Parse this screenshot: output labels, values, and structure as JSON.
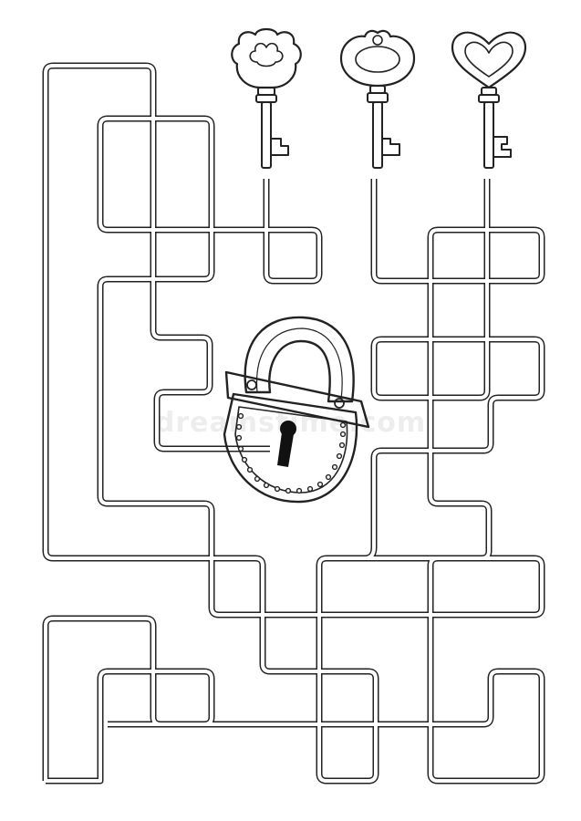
{
  "puzzle": {
    "kind": "key maze",
    "keys": [
      {
        "shape": "trefoil-key-icon",
        "position": "left"
      },
      {
        "shape": "oval-key-icon",
        "position": "middle"
      },
      {
        "shape": "heart-key-icon",
        "position": "right"
      }
    ],
    "goal": "padlock-icon"
  },
  "watermark": {
    "text": "dreamstime.com"
  },
  "colors": {
    "line": "#222222",
    "background": "#ffffff",
    "watermark": "#ededed"
  }
}
